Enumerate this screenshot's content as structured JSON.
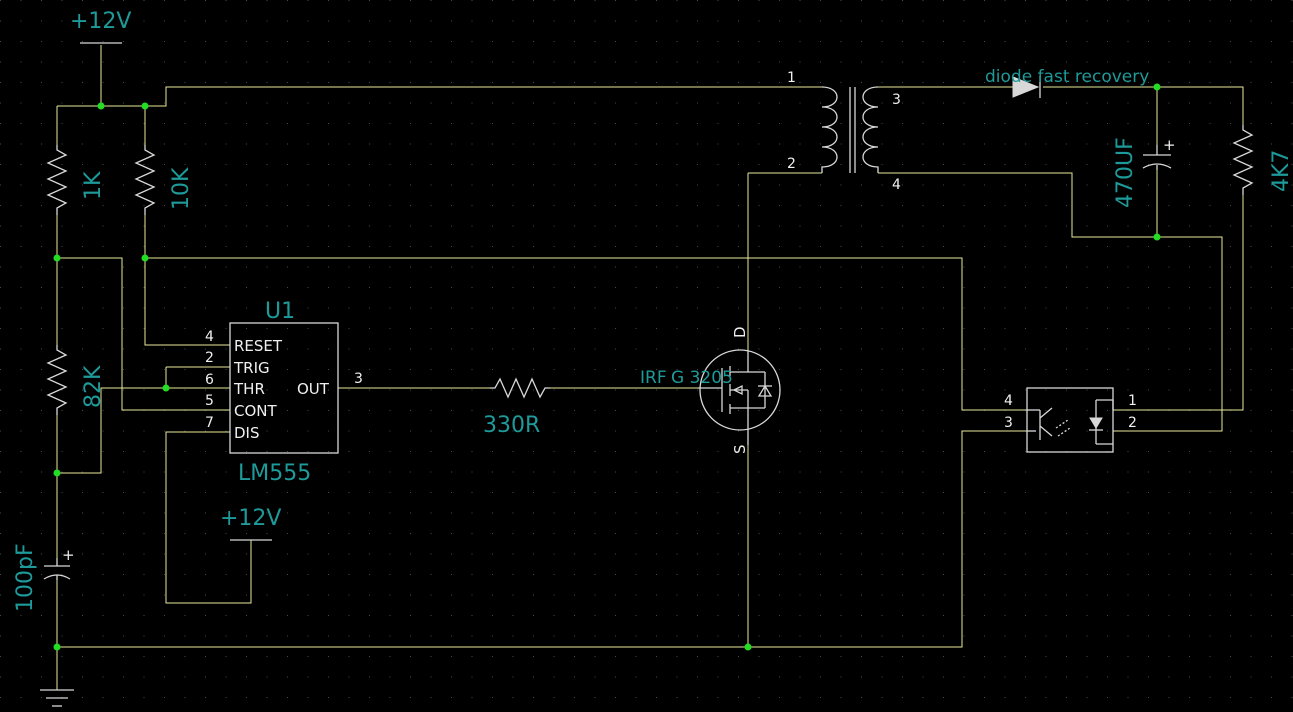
{
  "colors": {
    "background": "#000000",
    "grid": "#3a3a3a",
    "wire": "#e8e89a",
    "component": "#d8d8d8",
    "label": "#1f9a9a",
    "junction": "#22dd22"
  },
  "power": {
    "top": "+12V",
    "bottom": "+12V"
  },
  "resistors": {
    "r1": "1K",
    "r2": "10K",
    "r3": "82K",
    "r4": "330R",
    "r5": "4K7"
  },
  "capacitors": {
    "c1": "100pF",
    "c2": "470UF"
  },
  "timer": {
    "ref": "U1",
    "part": "LM555",
    "pins": [
      {
        "num": "4",
        "name": "RESET"
      },
      {
        "num": "2",
        "name": "TRIG"
      },
      {
        "num": "6",
        "name": "THR"
      },
      {
        "num": "5",
        "name": "CONT"
      },
      {
        "num": "7",
        "name": "DIS"
      }
    ],
    "out_name": "OUT",
    "out_num": "3"
  },
  "mosfet": {
    "part_a": "IRF",
    "part_b": "G 3205",
    "d": "D",
    "s": "S"
  },
  "transformer": {
    "p1": "1",
    "p2": "2",
    "p3": "3",
    "p4": "4"
  },
  "diode": {
    "label": "diode fast recovery"
  },
  "opto": {
    "p4": "4",
    "p3": "3",
    "p1": "1",
    "p2": "2"
  }
}
